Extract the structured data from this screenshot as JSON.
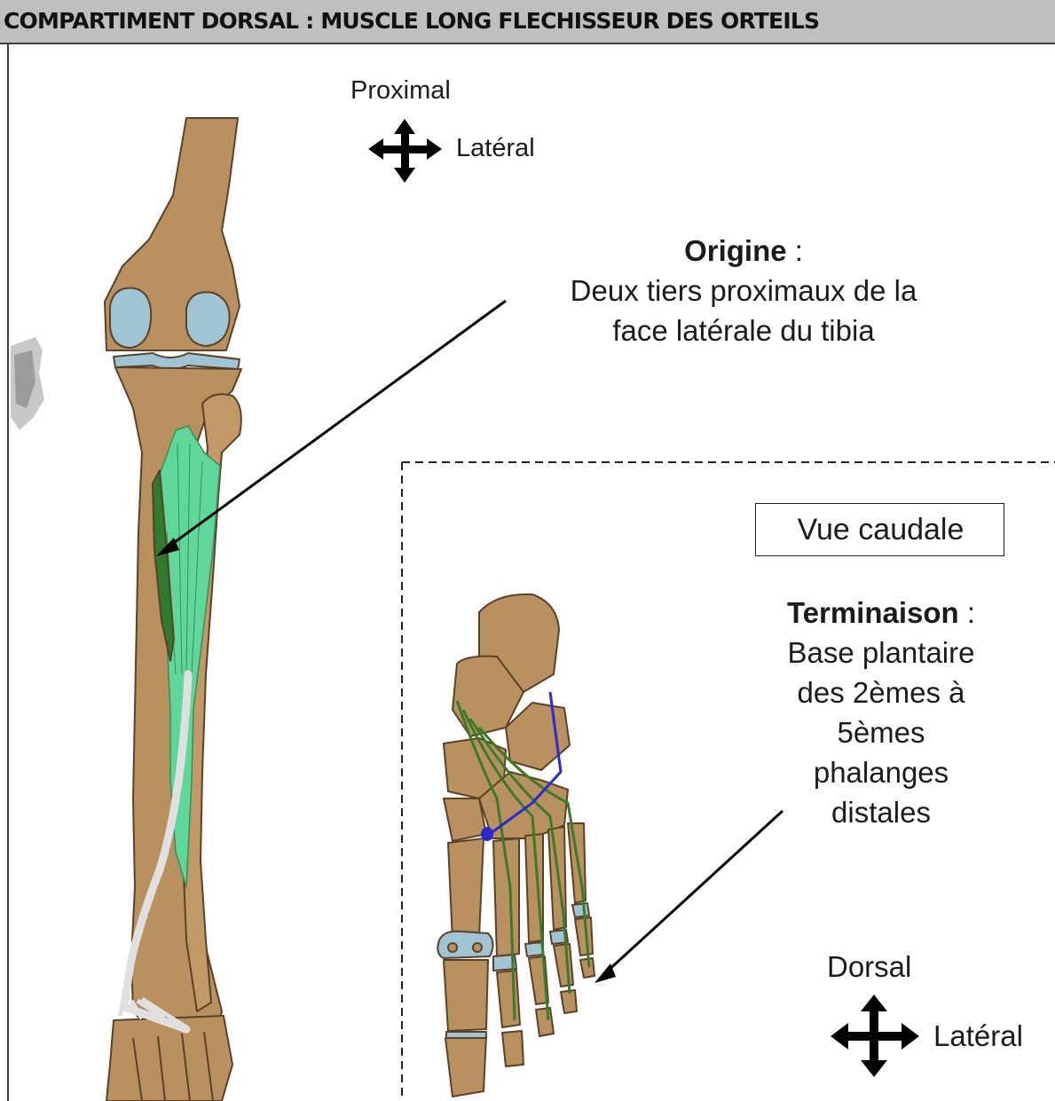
{
  "header": {
    "title": "COMPARTIMENT DORSAL : MUSCLE LONG FLECHISSEUR DES ORTEILS"
  },
  "orientation_top": {
    "proximal": "Proximal",
    "lateral": "Latéral"
  },
  "origin": {
    "title": "Origine",
    "colon": " :",
    "line1": "Deux tiers proximaux de la",
    "line2": "face latérale du tibia"
  },
  "inset": {
    "view_label": "Vue caudale"
  },
  "termination": {
    "title": "Terminaison",
    "colon": " :",
    "lines": [
      "Base plantaire",
      "des 2èmes à",
      "5èmes",
      "phalanges",
      "distales"
    ]
  },
  "orientation_bottom": {
    "dorsal": "Dorsal",
    "lateral": "Latéral"
  },
  "colors": {
    "bone": "#b9915f",
    "bone_dark": "#5a4128",
    "cartilage": "#9fc5d4",
    "muscle": "#5fd69a",
    "muscle_dark": "#2e7a2e",
    "tendon": "#d9d9d9",
    "foot_tendon": "#3b7a2a",
    "nerve": "#2a2ad0",
    "header_bg": "#bfbfbf",
    "text": "#1b1b1b"
  },
  "icons": [
    "four-way-arrow-icon",
    "four-way-arrow-icon"
  ]
}
